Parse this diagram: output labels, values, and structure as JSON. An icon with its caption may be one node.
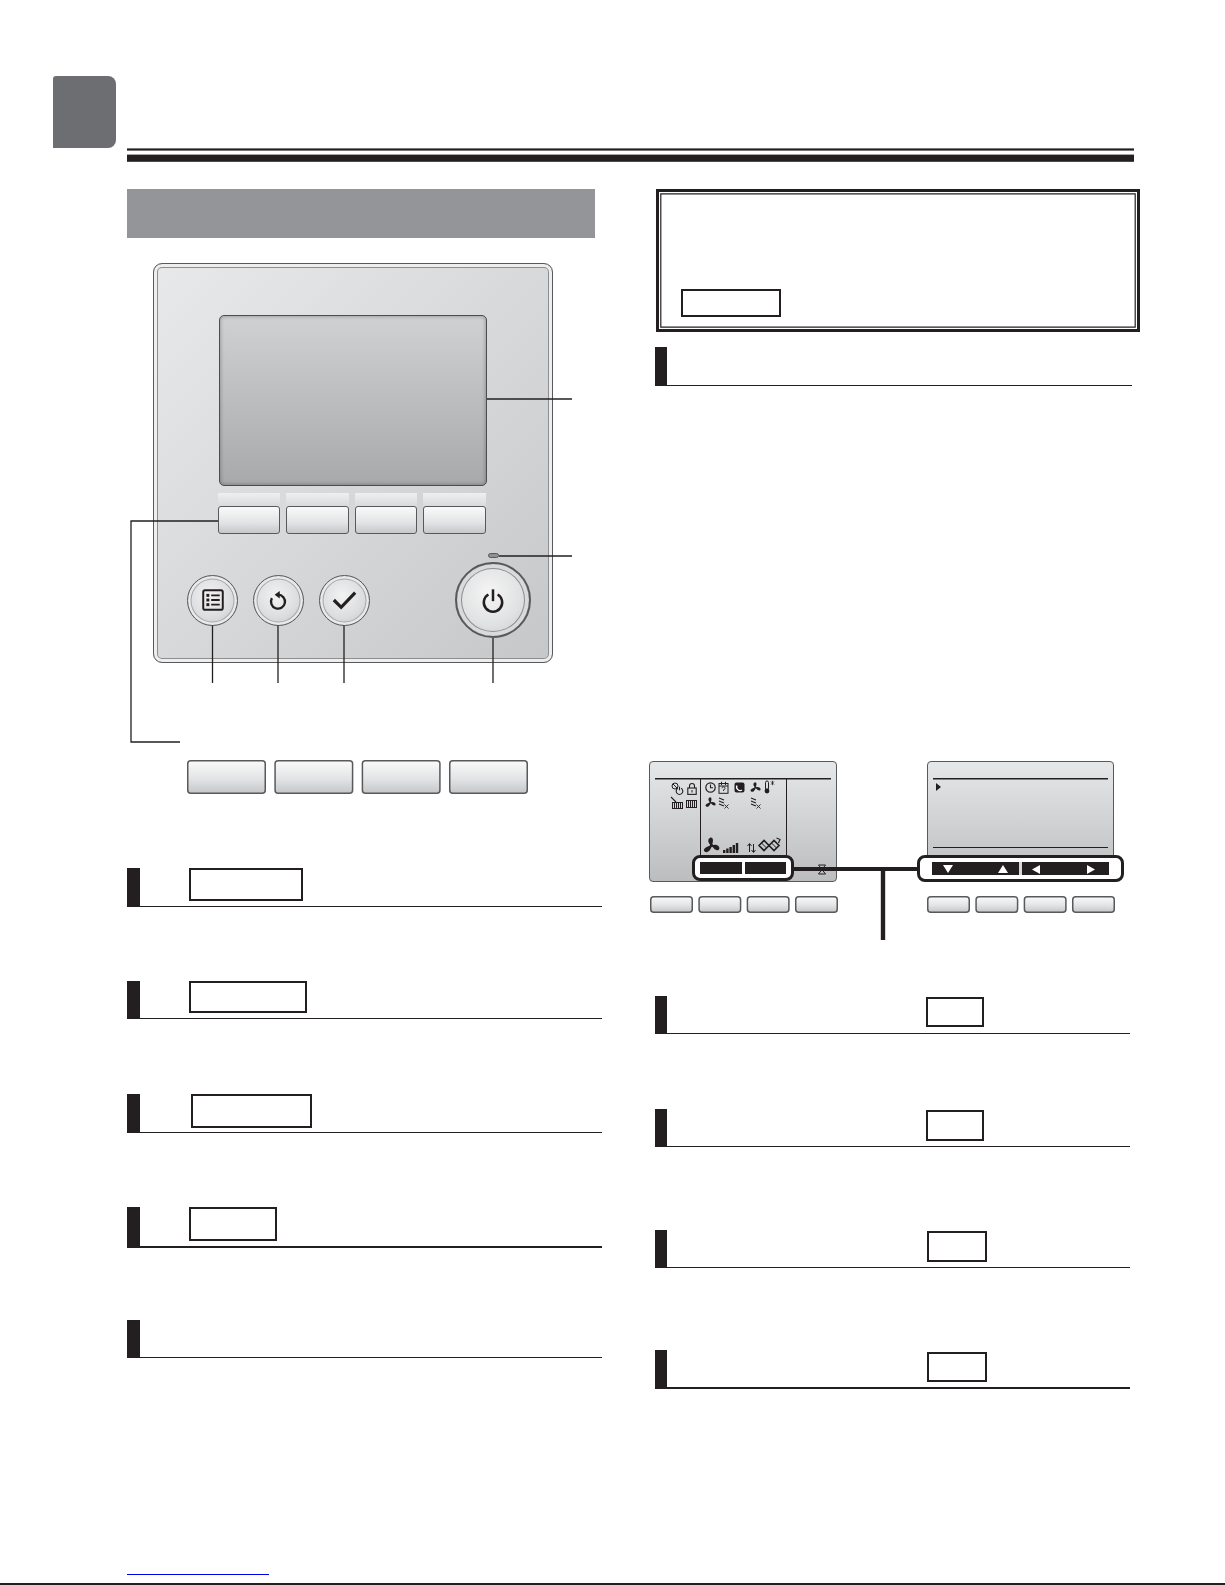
{
  "diagram": {
    "nodes": [
      {
        "text": [],
        "shape": "box"
      },
      {
        "text": [],
        "shape": "box"
      },
      {
        "text": [],
        "shape": "box",
        "in": 1
      },
      {
        "text": [],
        "shape": "box",
        "in": 1
      },
      {
        "text": [],
        "shape": "box",
        "in": 1
      },
      {
        "text": [],
        "shape": "box",
        "in": 1
      },
      {
        "text": [],
        "shape": "box",
        "in": 1
      },
      {
        "text": [],
        "shape": "bar",
        "in": 1
      },
      {
        "text": [],
        "shape": "circle",
        "in": 1
      },
      {
        "text": [],
        "shape": "circle",
        "in": 1
      },
      {
        "text": [],
        "shape": "circle",
        "in": 1
      },
      {
        "text": [],
        "shape": "circle",
        "in": 1
      },
      {
        "text": [],
        "shape": "box"
      },
      {
        "text": [],
        "shape": "box",
        "in": 12
      },
      {
        "text": [],
        "shape": "box"
      },
      {
        "text": [],
        "shape": "box",
        "in": 14
      },
      {
        "text": [],
        "shape": "box"
      },
      {
        "text": [],
        "shape": "box",
        "in": 16
      },
      {
        "text": [],
        "shape": "box"
      },
      {
        "text": [],
        "shape": "box",
        "in": 18
      },
      {
        "text": [],
        "shape": "box"
      },
      {
        "text": [],
        "shape": "box"
      },
      {
        "text": [],
        "shape": "box",
        "in": 21
      },
      {
        "text": [],
        "shape": "box"
      },
      {
        "text": [],
        "shape": "box"
      },
      {
        "text": [],
        "shape": "box",
        "in": 24
      },
      {
        "text": [],
        "shape": "box"
      },
      {
        "text": [],
        "shape": "box"
      },
      {
        "text": [],
        "shape": "box"
      },
      {
        "text": [],
        "shape": "box",
        "in": 28
      },
      {
        "text": [],
        "shape": "box"
      },
      {
        "text": [],
        "shape": "box",
        "in": 30
      },
      {
        "text": [],
        "shape": "box"
      },
      {
        "text": [],
        "shape": "box",
        "in": 32
      },
      {
        "text": [],
        "shape": "box"
      },
      {
        "text": [],
        "shape": "box",
        "in": 34
      }
    ],
    "edges": [
      {
        "from": null,
        "to": 2,
        "arrow": "none"
      },
      {
        "from": null,
        "to": 3,
        "arrow": "none"
      },
      {
        "from": null,
        "to": 7,
        "arrow": "none"
      },
      {
        "from": null,
        "to": 8,
        "arrow": "none"
      },
      {
        "from": null,
        "to": 9,
        "arrow": "none"
      },
      {
        "from": null,
        "to": 10,
        "arrow": "none"
      },
      {
        "from": null,
        "to": 11,
        "arrow": "none"
      },
      {
        "from": null,
        "to": 25,
        "arrow": "none",
        "style": "thick"
      },
      {
        "from": null,
        "to": 27,
        "arrow": "none",
        "style": "thick"
      }
    ]
  }
}
